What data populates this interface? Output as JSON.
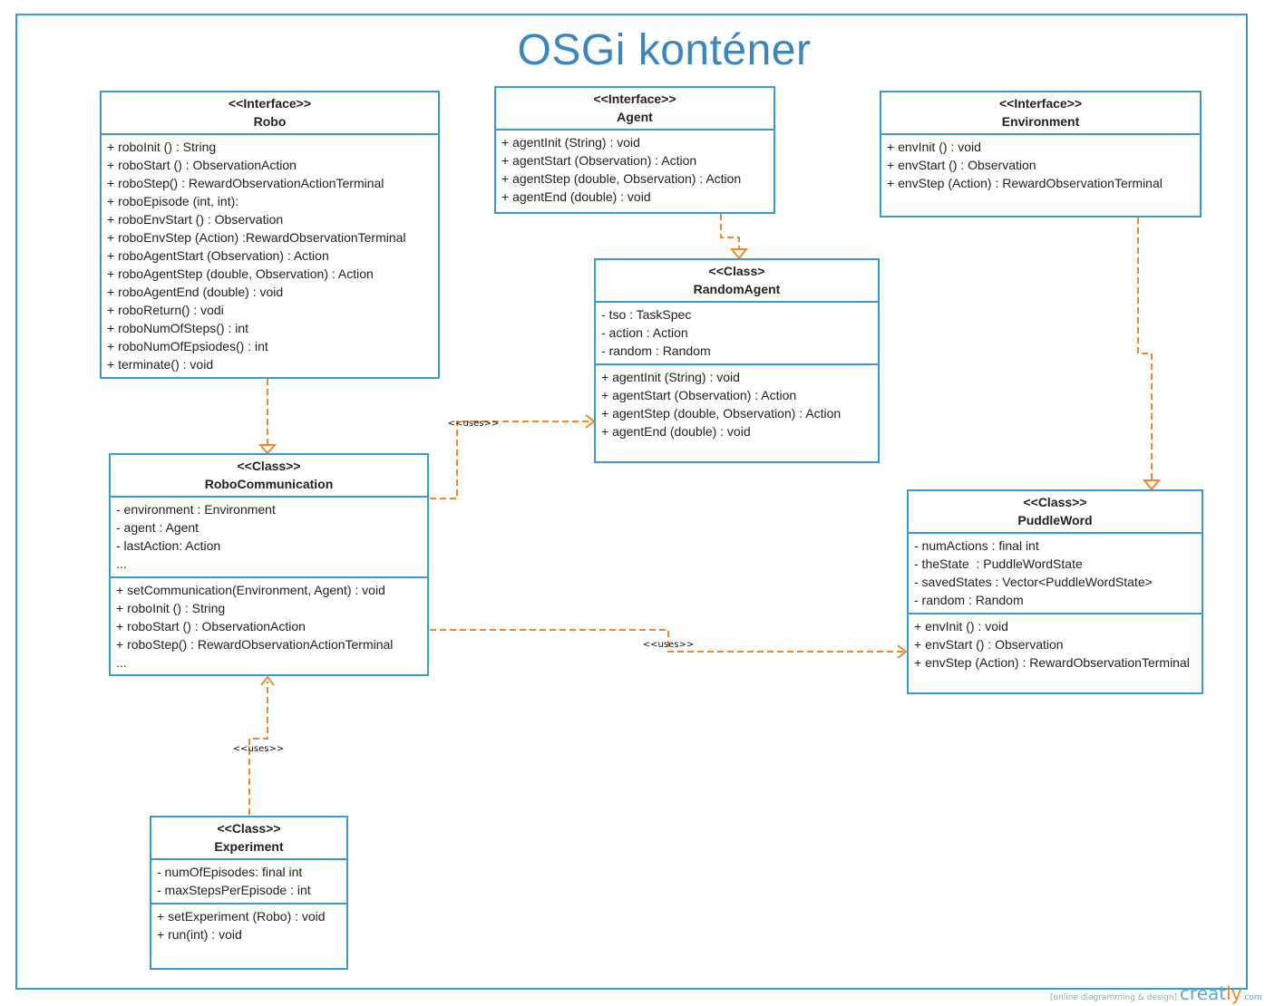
{
  "title": "OSGi konténer",
  "classes": {
    "robo": {
      "stereotype": "<<Interface>>",
      "name": "Robo",
      "sections": [
        [
          "+ roboInit () : String",
          "+ roboStart () : ObservationAction",
          "+ roboStep() : RewardObservationActionTerminal",
          "+ roboEpisode (int, int):",
          "+ roboEnvStart () : Observation",
          "+ roboEnvStep (Action) :RewardObservationTerminal",
          "+ roboAgentStart (Observation) : Action",
          "+ roboAgentStep (double, Observation) : Action",
          "+ roboAgentEnd (double) : void",
          "+ roboReturn() : vodi",
          "+ roboNumOfSteps() : int",
          "+ roboNumOfEpsiodes() : int",
          "+ terminate() : void"
        ]
      ]
    },
    "agent": {
      "stereotype": "<<Interface>>",
      "name": "Agent",
      "sections": [
        [
          "+ agentInit (String) : void",
          "+ agentStart (Observation) : Action",
          "+ agentStep (double, Observation) : Action",
          "+ agentEnd (double) : void"
        ]
      ]
    },
    "environment": {
      "stereotype": "<<Interface>>",
      "name": "Environment",
      "sections": [
        [
          "+ envInit () : void",
          "+ envStart () : Observation",
          "+ envStep (Action) : RewardObservationTerminal"
        ]
      ]
    },
    "randomagent": {
      "stereotype": "<<Class>",
      "name": "RandomAgent",
      "sections": [
        [
          "- tso : TaskSpec",
          "- action : Action",
          "- random : Random"
        ],
        [
          "+ agentInit (String) : void",
          "+ agentStart (Observation) : Action",
          "+ agentStep (double, Observation) : Action",
          "+ agentEnd (double) : void"
        ]
      ]
    },
    "robocommunication": {
      "stereotype": "<<Class>>",
      "name": "RoboCommunication",
      "sections": [
        [
          "- environment : Environment",
          "- agent : Agent",
          "- lastAction: Action",
          "..."
        ],
        [
          "+ setCommunication(Environment, Agent) : void",
          "+ roboInit () : String",
          "+ roboStart () : ObservationAction",
          "+ roboStep() : RewardObservationActionTerminal",
          "..."
        ]
      ]
    },
    "puddleword": {
      "stereotype": "<<Class>>",
      "name": "PuddleWord",
      "sections": [
        [
          "- numActions : final int",
          "- theState  : PuddleWordState",
          "- savedStates : Vector<PuddleWordState>",
          "- random : Random"
        ],
        [
          "+ envInit () : void",
          "+ envStart () : Observation",
          "+ envStep (Action) : RewardObservationTerminal"
        ]
      ]
    },
    "experiment": {
      "stereotype": "<<Class>>",
      "name": "Experiment",
      "sections": [
        [
          "- numOfEpisodes: final int",
          "- maxStepsPerEpisode : int"
        ],
        [
          "+ setExperiment (Robo) : void",
          "+ run(int) : void"
        ]
      ]
    }
  },
  "relations": {
    "uses_label": "<<uses>>"
  },
  "footer": {
    "tagline": "[online diagramming & design]",
    "brand_a": "creat",
    "brand_b": "ly",
    "brand_c": ".com"
  },
  "colors": {
    "border": "#3c9ad1",
    "title": "#3a86c0",
    "connector": "#f0882a"
  }
}
